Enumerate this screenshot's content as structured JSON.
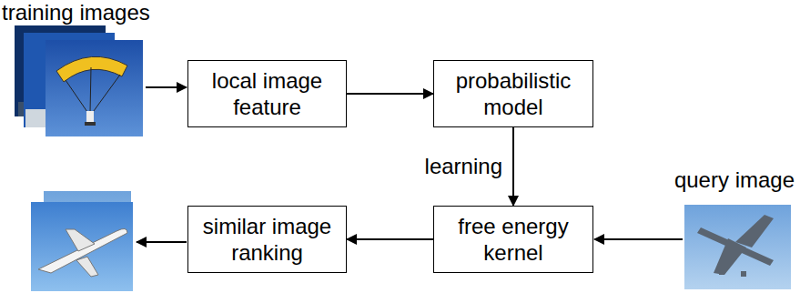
{
  "diagram": {
    "nodes": [
      {
        "text": [
          "local image feature"
        ]
      },
      {
        "text": [
          "probabilistic model"
        ]
      },
      {
        "text": [
          "free energy kernel"
        ]
      },
      {
        "text": [
          "similar image ranking"
        ]
      }
    ],
    "edges": [
      {
        "from": 0,
        "to": 1,
        "arrow": "to"
      },
      {
        "from": 1,
        "to": 2,
        "label": "learning",
        "arrow": "to"
      },
      {
        "from": 2,
        "to": 3,
        "arrow": "to"
      }
    ],
    "labels": [
      "training images",
      "query image"
    ]
  }
}
